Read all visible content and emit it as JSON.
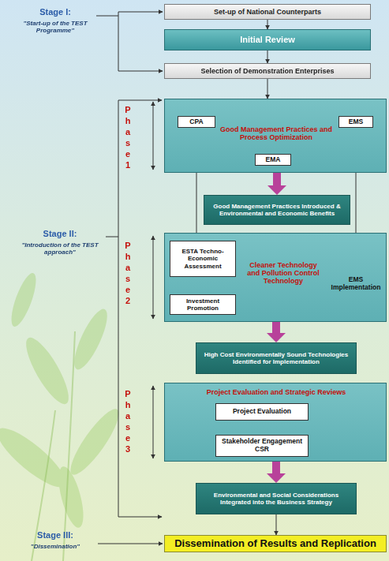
{
  "diagram": {
    "nodes": [
      {
        "text": [
          "Set-up of National Counterparts"
        ]
      },
      {
        "text": [
          "Initial Review"
        ]
      },
      {
        "text": [
          "Selection of Demonstration Enterprises"
        ]
      },
      {
        "text": [
          "Good Management Practices and Process Optimization"
        ]
      },
      {
        "text": [
          "CPA"
        ],
        "in": 3
      },
      {
        "text": [
          "EMS"
        ],
        "in": 3
      },
      {
        "text": [
          "EMA"
        ],
        "in": 3
      },
      {
        "text": [
          "Good Management Practices Introduced & Environmental and Economic Benefits"
        ]
      },
      {
        "text": [
          "Cleaner Technology and Pollution Control Technology"
        ]
      },
      {
        "text": [
          "ESTA Techno-Economic Assessment"
        ],
        "in": 8
      },
      {
        "text": [
          "Investment Promotion"
        ],
        "in": 8
      },
      {
        "text": [
          "EMS Implementation"
        ],
        "in": 8
      },
      {
        "text": [
          "High Cost Environmentally Sound Technologies Identified for Implementation"
        ]
      },
      {
        "text": [
          "Project Evaluation and Strategic Reviews"
        ]
      },
      {
        "text": [
          "Project Evaluation"
        ],
        "in": 13
      },
      {
        "text": [
          "Stakeholder Engagement CSR"
        ],
        "in": 13
      },
      {
        "text": [
          "Environmental and Social Considerations Integrated into the Business Strategy"
        ]
      },
      {
        "text": [
          "Dissemination of Results and Replication"
        ]
      }
    ],
    "edges": [
      {
        "from": 0,
        "to": 1,
        "arrow": "to"
      },
      {
        "from": 1,
        "to": 2,
        "arrow": "to"
      },
      {
        "from": 2,
        "to": 3,
        "arrow": "to"
      },
      {
        "from": 4,
        "to": 5,
        "arrow": "none"
      },
      {
        "from": 4,
        "to": 9,
        "arrow": "to"
      },
      {
        "from": 5,
        "to": 11,
        "arrow": "to"
      },
      {
        "from": 3,
        "to": 7,
        "arrow": "to"
      },
      {
        "from": 9,
        "to": 10,
        "arrow": "to"
      },
      {
        "from": 8,
        "to": 12,
        "arrow": "to"
      },
      {
        "from": 14,
        "to": 15,
        "arrow": "to"
      },
      {
        "from": 13,
        "to": 16,
        "arrow": "to"
      },
      {
        "from": 16,
        "to": 17,
        "arrow": "to"
      }
    ],
    "labels": [
      "Stage I:",
      "\"Start-up of the TEST Programme\"",
      "Stage II:",
      "\"Introduction of the TEST approach\"",
      "Stage III:",
      "\"Dissemination\"",
      "Phase 1",
      "Phase 2",
      "Phase 3"
    ]
  }
}
